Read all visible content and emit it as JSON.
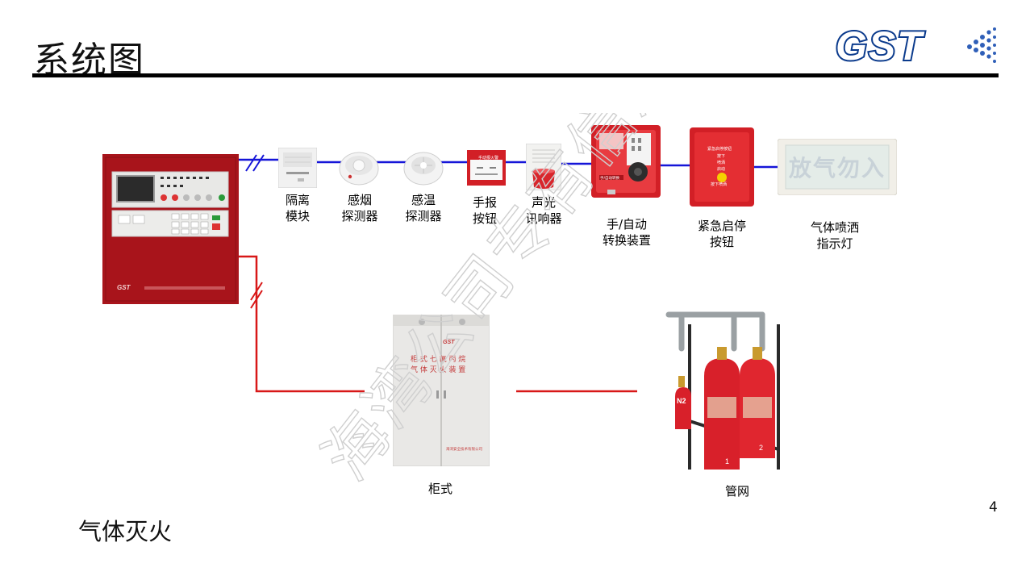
{
  "header": {
    "title": "系统图",
    "logo_text": "GST"
  },
  "devices": {
    "isolation_module": "隔离\n模块",
    "smoke_detector": "感烟\n探测器",
    "heat_detector": "感温\n探测器",
    "manual_button": "手报\n按钮",
    "sound_light_alarm": "声光\n讯响器",
    "auto_manual_switch": "手/自动\n转换装置",
    "emergency_button": "紧急启停\n按钮",
    "gas_indicator": "气体喷洒\n指示灯",
    "cabinet": "柜式",
    "pipe_network": "管网"
  },
  "device_text": {
    "indicator_sign": "放气勿入",
    "cabinet_title_1": "柜 式 七 氟 丙 烷",
    "cabinet_title_2": "气 体 灭 火 装 置",
    "cabinet_brand": "GST",
    "cabinet_maker": "海湾安全技术有限公司",
    "panel_brand": "GST",
    "emergency_line_1": "紧急启停按钮",
    "emergency_line_2": "按下",
    "emergency_line_3": "喷洒",
    "emergency_line_4": "启动",
    "emergency_line_5": "按下喷洒",
    "manual_button_tag": "手动报火警",
    "switch_tag": "手/自动转换",
    "cylinder_n2": "N2",
    "cylinder_1": "1",
    "cylinder_2": "2"
  },
  "watermark": "海湾公司专有信息",
  "page_number": "4",
  "caption": "气体灭火",
  "colors": {
    "bus_line": "#1515d8",
    "power_line": "#d81818",
    "panel_red": "#a8141b",
    "device_red": "#d21f26"
  }
}
